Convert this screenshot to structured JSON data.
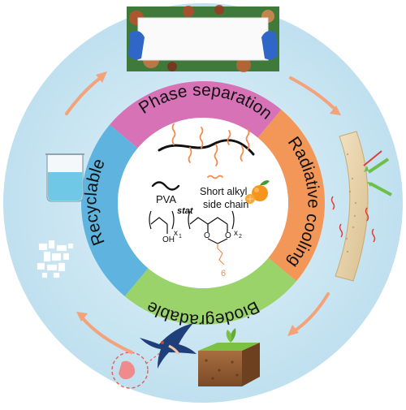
{
  "diagram": {
    "segments": [
      {
        "id": "phase",
        "label": "Phase separation",
        "color": "#d772b7"
      },
      {
        "id": "radiative",
        "label": "Radiative cooling",
        "color": "#f39758"
      },
      {
        "id": "biodegradable",
        "label": "Biodegradable",
        "color": "#9ad36a"
      },
      {
        "id": "recyclable",
        "label": "Recyclable",
        "color": "#5fb4df"
      }
    ],
    "center": {
      "legend_pva": "PVA",
      "legend_alkyl_line1": "Short alkyl",
      "legend_alkyl_line2": "side chain",
      "formula_stat": "stat",
      "formula_oh": "OH",
      "formula_o1": "O",
      "formula_o2": "O",
      "formula_x1": "x",
      "formula_x1_sub": "1",
      "formula_x2": "x",
      "formula_x2_sub": "2",
      "formula_n": "6"
    },
    "colors": {
      "outer_disk": "#cfe8f3",
      "inner_disk": "#ffffff",
      "accent_orange": "#f28c50",
      "pva_chain": "#111111"
    }
  }
}
